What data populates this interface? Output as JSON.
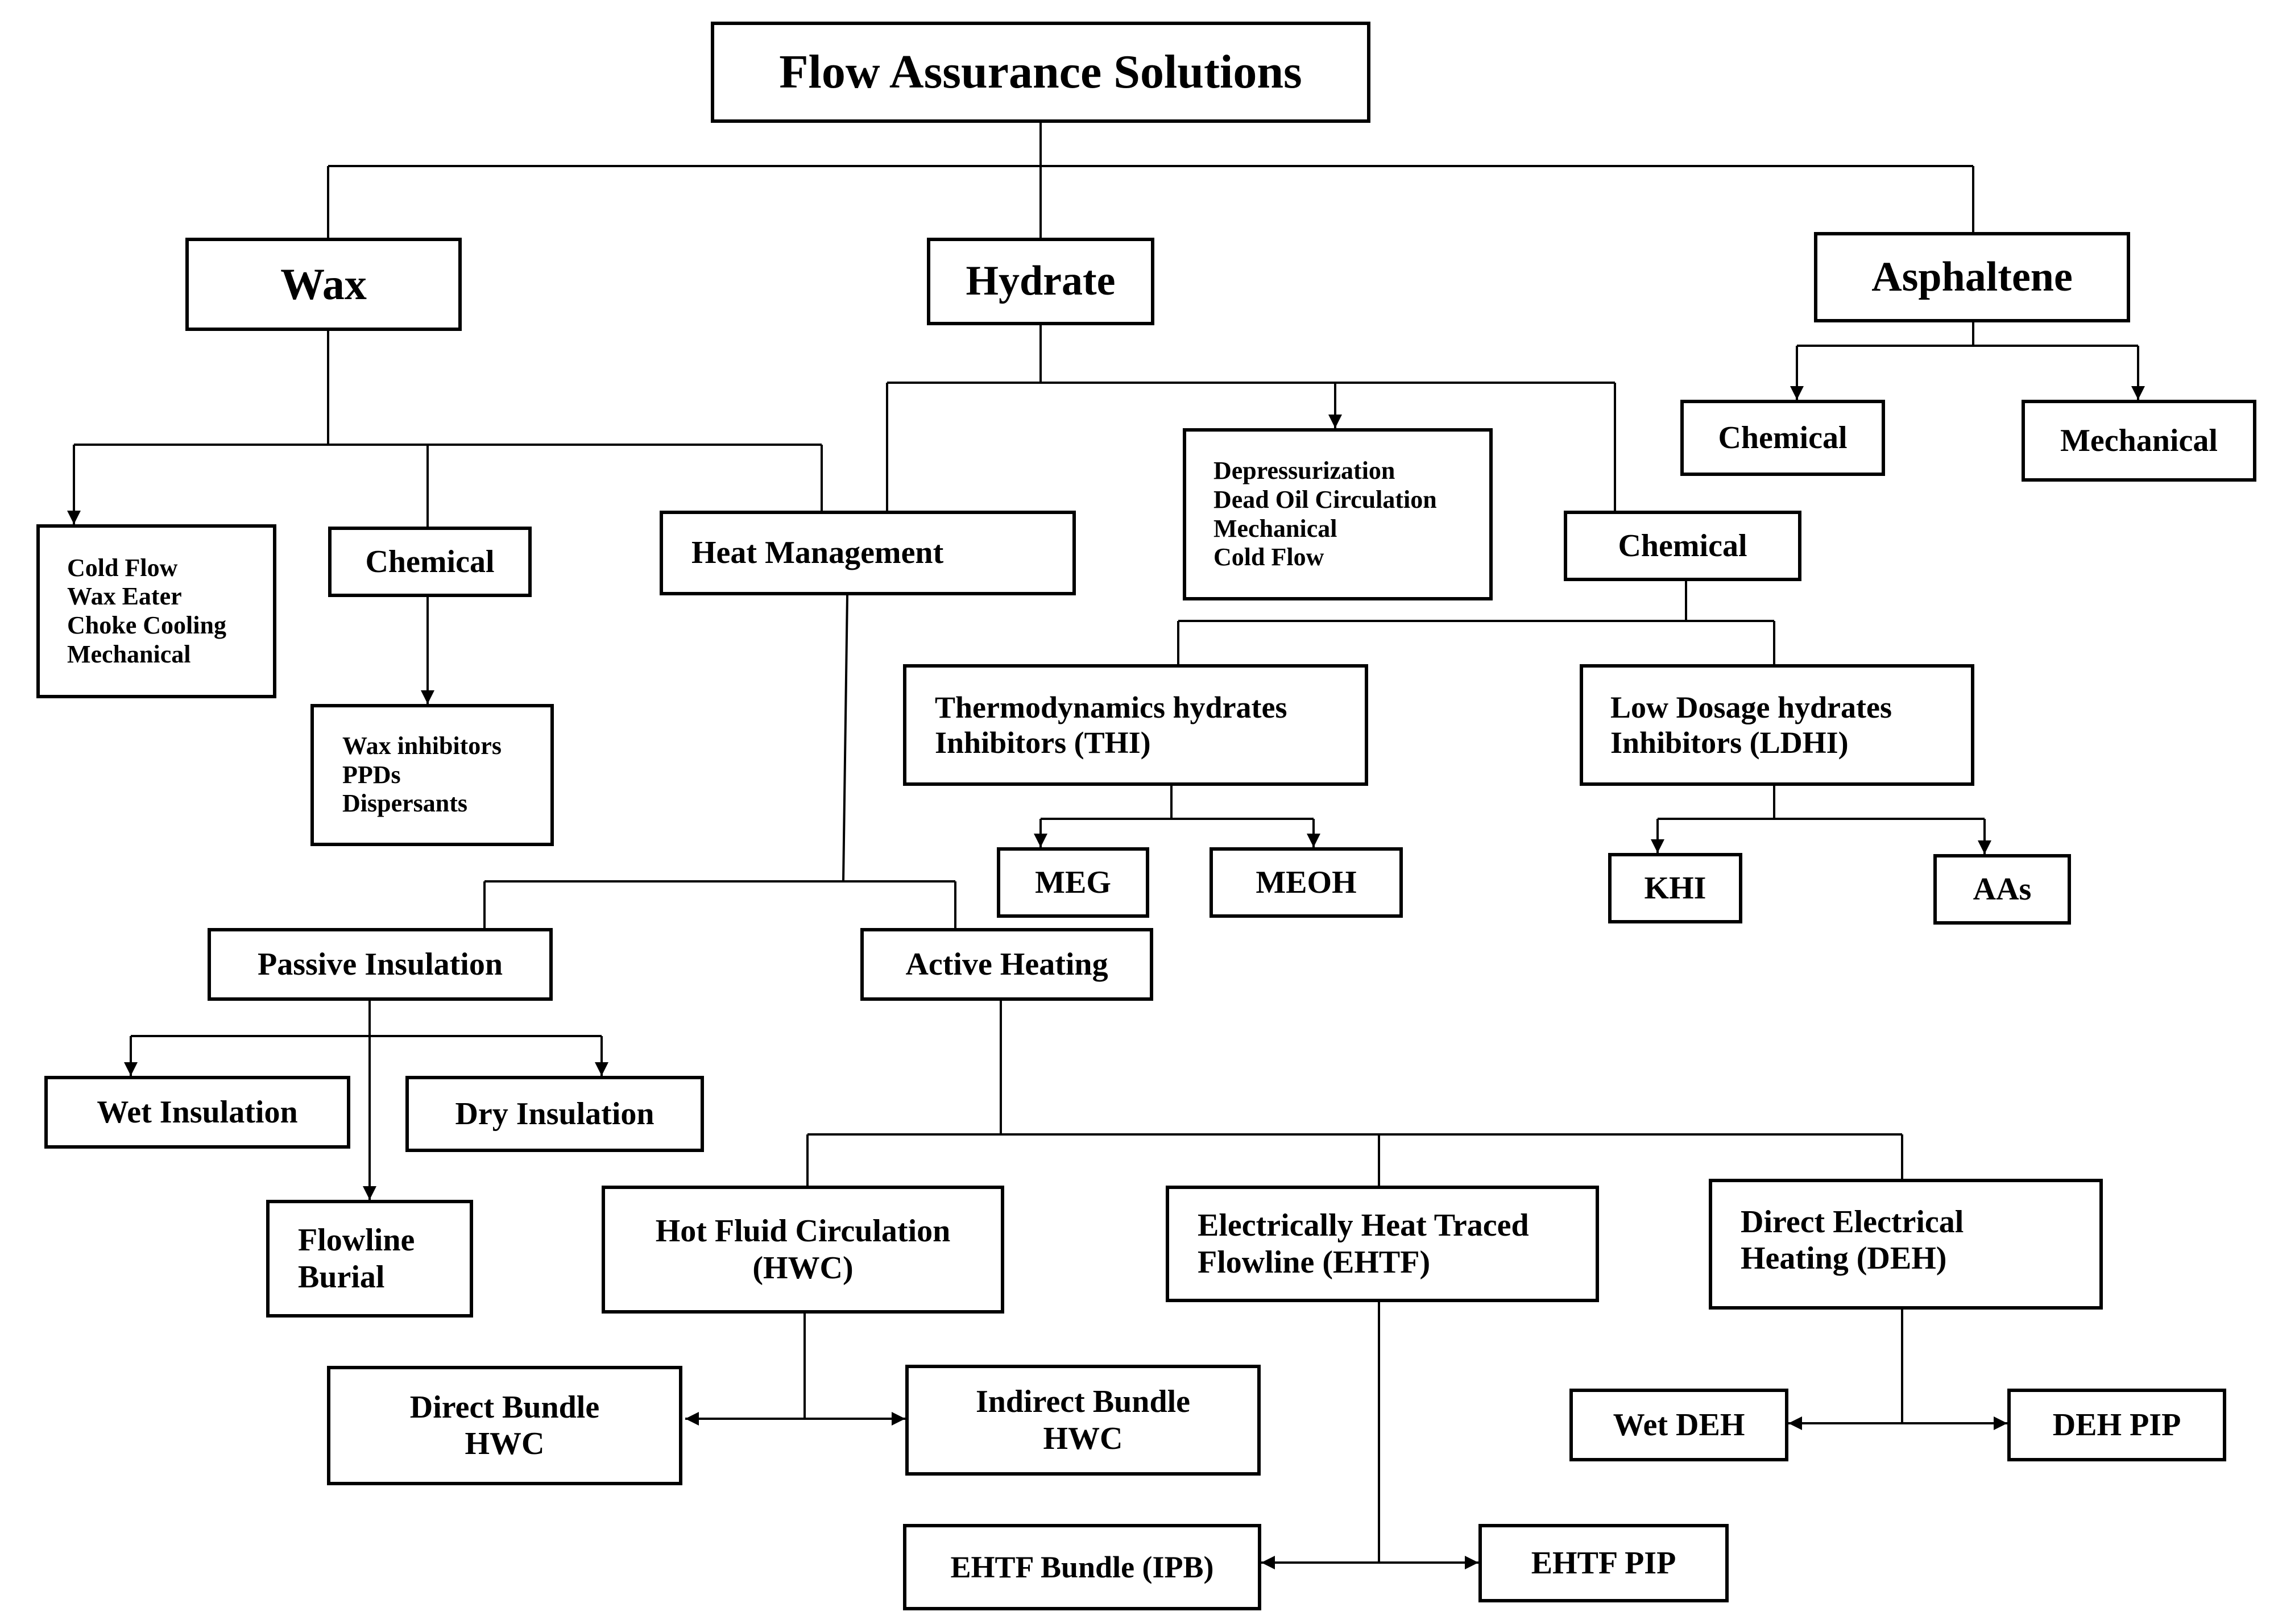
{
  "root": "Flow Assurance Solutions",
  "wax": {
    "title": "Wax",
    "methods": [
      "Cold Flow",
      "Wax Eater",
      "Choke Cooling",
      "Mechanical"
    ],
    "chemical": "Chemical",
    "chemical_items": [
      "Wax inhibitors",
      "PPDs",
      "Dispersants"
    ]
  },
  "hydrate": {
    "title": "Hydrate",
    "heat_management": "Heat Management",
    "methods": [
      "Depressurization",
      "Dead Oil Circulation",
      "Mechanical",
      "Cold Flow"
    ],
    "chemical": "Chemical",
    "thi": [
      "Thermodynamics hydrates",
      "Inhibitors (THI)"
    ],
    "ldhi": [
      "Low Dosage hydrates",
      "Inhibitors (LDHI)"
    ],
    "meg": "MEG",
    "meoh": "MEOH",
    "khi": "KHI",
    "aas": "AAs"
  },
  "asphaltene": {
    "title": "Asphaltene",
    "chemical": "Chemical",
    "mechanical": "Mechanical"
  },
  "passive": {
    "title": "Passive Insulation",
    "wet": "Wet Insulation",
    "dry": "Dry Insulation",
    "burial": [
      "Flowline",
      "Burial"
    ]
  },
  "active": {
    "title": "Active Heating",
    "hwc": [
      "Hot Fluid Circulation",
      "(HWC)"
    ],
    "ehtf": [
      "Electrically Heat Traced",
      "Flowline (EHTF)"
    ],
    "deh": [
      "Direct Electrical",
      "Heating (DEH)"
    ],
    "direct_bundle": [
      "Direct Bundle",
      "HWC"
    ],
    "indirect_bundle": [
      "Indirect Bundle",
      "HWC"
    ],
    "ehtf_bundle": "EHTF Bundle (IPB)",
    "ehtf_pip": "EHTF PIP",
    "wet_deh": "Wet DEH",
    "deh_pip": "DEH PIP"
  }
}
